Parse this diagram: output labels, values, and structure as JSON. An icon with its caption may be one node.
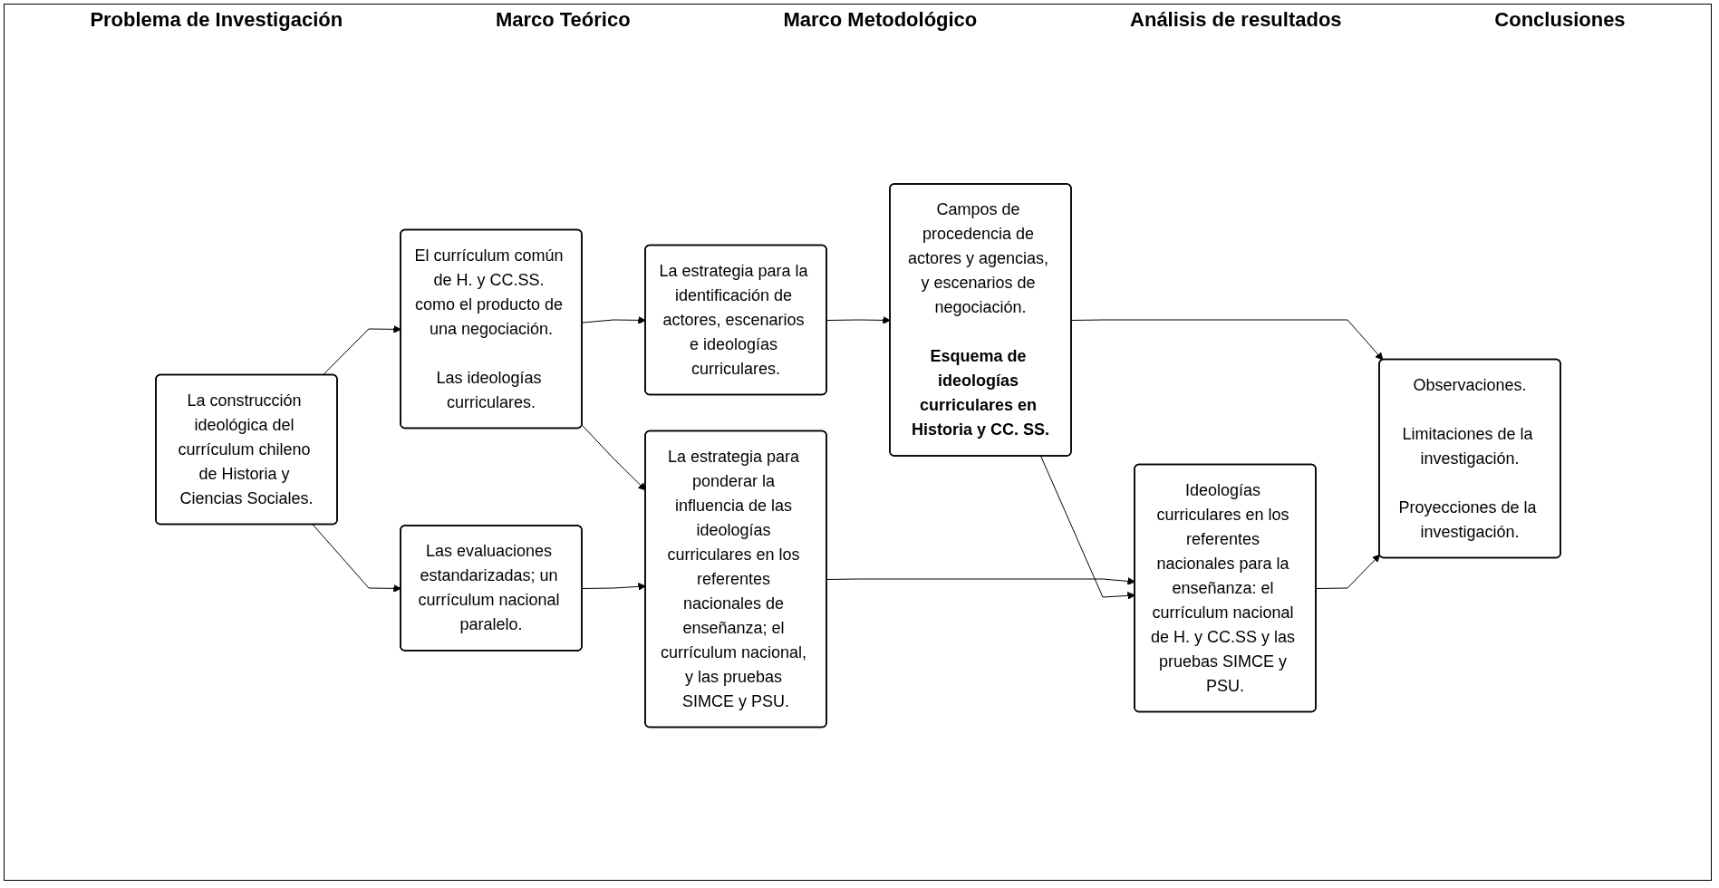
{
  "diagram": {
    "nodes": [
      {
        "text": [
          "La construcción ideológica del currículum chileno de Historia y Ciencias Sociales."
        ]
      },
      {
        "text": [
          "El currículum común de H. y CC.SS. como el producto de una negociación.",
          "Las ideologías curriculares."
        ]
      },
      {
        "text": [
          "Las evaluaciones estandarizadas; un currículum nacional paralelo."
        ]
      },
      {
        "text": [
          "La estrategia para la identificación de actores, escenarios e ideologías curriculares."
        ]
      },
      {
        "text": [
          "La estrategia para ponderar la influencia de las ideologías curriculares en los referentes nacionales de enseñanza; el currículum nacional, y las pruebas SIMCE y PSU."
        ]
      },
      {
        "text": [
          "Campos de procedencia de actores y agencias, y escenarios de negociación.",
          "Esquema de ideologías curriculares en Historia y CC. SS."
        ]
      },
      {
        "text": [
          "Ideologías curriculares en los referentes nacionales para la enseñanza: el currículum nacional de H. y CC.SS y las pruebas SIMCE y PSU."
        ]
      },
      {
        "text": [
          "Observaciones.",
          "Limitaciones de la investigación.",
          "Proyecciones de la investigación."
        ]
      }
    ],
    "edges": [
      {
        "from": 0,
        "to": 1,
        "arrow": "to"
      },
      {
        "from": 0,
        "to": 2,
        "arrow": "to"
      },
      {
        "from": 1,
        "to": 3,
        "arrow": "to"
      },
      {
        "from": 1,
        "to": 4,
        "arrow": "to"
      },
      {
        "from": 2,
        "to": 4,
        "arrow": "to"
      },
      {
        "from": 3,
        "to": 5,
        "arrow": "to"
      },
      {
        "from": 4,
        "to": 6,
        "arrow": "to"
      },
      {
        "from": 5,
        "to": 6,
        "arrow": "to"
      },
      {
        "from": 5,
        "to": 7,
        "arrow": "to"
      },
      {
        "from": 6,
        "to": 7,
        "arrow": "to"
      }
    ],
    "labels": [
      "Problema de Investigación",
      "Marco Teórico",
      "Marco Metodológico",
      "Análisis de resultados",
      "Conclusiones"
    ]
  }
}
